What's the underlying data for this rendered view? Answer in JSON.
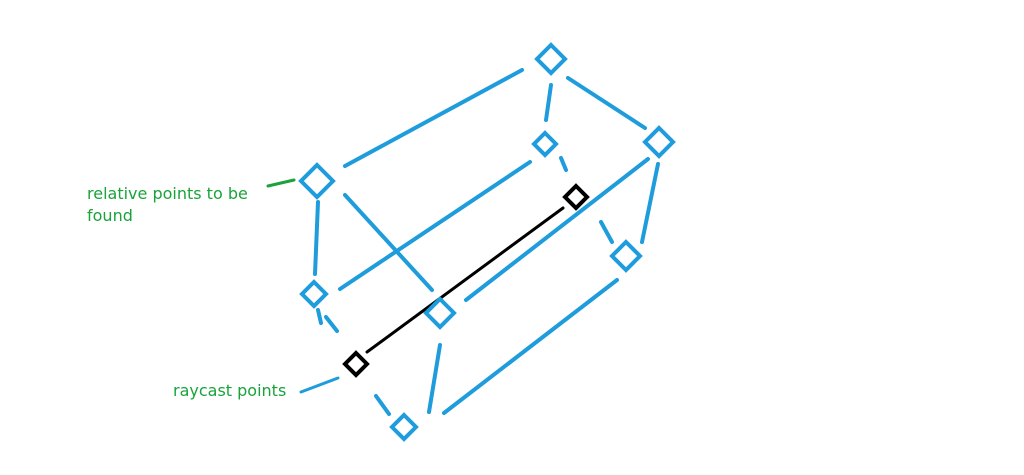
{
  "labels": {
    "relative_points": "relative points to be\nfound",
    "raycast_points": "raycast points"
  },
  "colors": {
    "blue": "#1e9cdc",
    "black": "#000000",
    "green": "#19a33a",
    "background": "#ffffff"
  },
  "icons": {
    "relative_point": "hollow-blue-diamond",
    "raycast_point": "hollow-black-diamond"
  }
}
